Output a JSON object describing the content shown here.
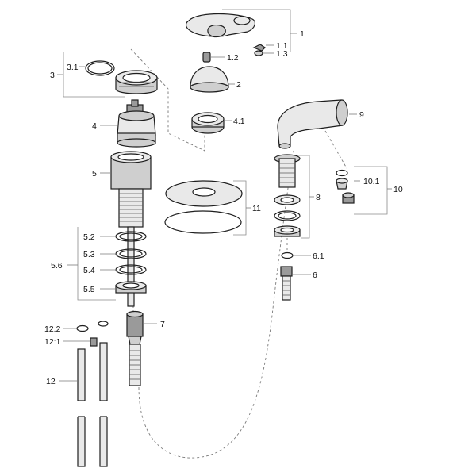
{
  "labels": {
    "p1": "1",
    "p1_1": "1.1",
    "p1_2": "1.2",
    "p1_3": "1.3",
    "p2": "2",
    "p3": "3",
    "p3_1": "3.1",
    "p4": "4",
    "p4_1": "4.1",
    "p5": "5",
    "p5_2": "5.2",
    "p5_3": "5.3",
    "p5_4": "5.4",
    "p5_5": "5.5",
    "p5_6": "5.6",
    "p6": "6",
    "p6_1": "6.1",
    "p7": "7",
    "p8": "8",
    "p9": "9",
    "p10": "10",
    "p10_1": "10.1",
    "p11": "11",
    "p12": "12",
    "p12_1": "12:1",
    "p12_2": "12.2"
  },
  "colors": {
    "line": "#1e1e1e",
    "leader": "#7a7a7a",
    "fill_light": "#e9e9e9",
    "fill_mid": "#cfcfcf",
    "fill_dark": "#9a9a9a"
  }
}
